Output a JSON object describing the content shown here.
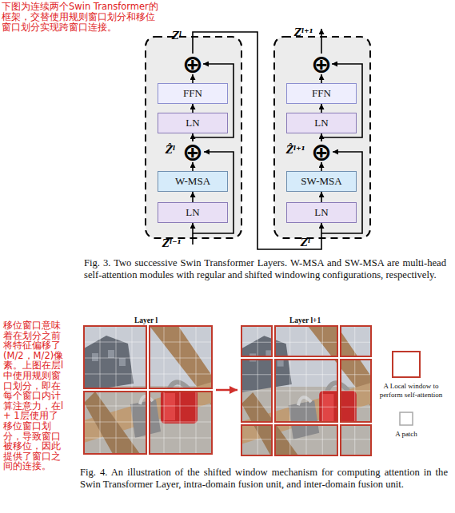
{
  "diagram": {
    "caption": "Fig. 4. An illustration of the shifted window mechanism for computing attention in the Swin Transformer Layer, intra-domain fusion unit, and inter-domain fusion unit.",
    "nodes": [
      {
        "text": [
          "LN"
        ]
      },
      {
        "text": [
          "W-MSA"
        ]
      },
      {
        "text": [
          "⊕"
        ]
      },
      {
        "text": [
          "LN"
        ]
      },
      {
        "text": [
          "FFN"
        ]
      },
      {
        "text": [
          "⊕"
        ]
      },
      {
        "text": [
          "LN"
        ]
      },
      {
        "text": [
          "SW-MSA"
        ]
      },
      {
        "text": [
          "⊕"
        ]
      },
      {
        "text": [
          "LN"
        ]
      },
      {
        "text": [
          "FFN"
        ]
      },
      {
        "text": [
          "⊕"
        ]
      }
    ],
    "edges": [
      {
        "from": 0,
        "to": 1,
        "arrow": "to"
      },
      {
        "from": 1,
        "to": 2,
        "arrow": "to"
      },
      {
        "from": 2,
        "to": 3,
        "arrow": "to"
      },
      {
        "from": 3,
        "to": 4,
        "arrow": "to"
      },
      {
        "from": 4,
        "to": 5,
        "arrow": "to"
      },
      {
        "from": 2,
        "to": 5,
        "arrow": "to"
      },
      {
        "from": 5,
        "to": 6,
        "arrow": "to"
      },
      {
        "from": 6,
        "to": 7,
        "arrow": "to"
      },
      {
        "from": 7,
        "to": 8,
        "arrow": "to"
      },
      {
        "from": 8,
        "to": 9,
        "arrow": "to"
      },
      {
        "from": 9,
        "to": 10,
        "arrow": "to"
      },
      {
        "from": 10,
        "to": 11,
        "arrow": "to"
      },
      {
        "from": 8,
        "to": 11,
        "arrow": "to"
      }
    ],
    "labels": [
      "下图为连续两个Swin Transformer的框架，交替使用规则窗口划分和移位窗口划分实现跨窗口连接。",
      "Zˡ",
      "Ẑˡ",
      "Zˡ⁻¹",
      "Zˡ⁺¹",
      "Ẑˡ⁺¹",
      "Zˡ",
      "Fig. 3. Two successive Swin Transformer Layers. W-MSA and SW-MSA are multi-head self-attention modules with regular and shifted windowing configurations, respectively.",
      "移位窗口意味着在划分之前将特征偏移了(M/2，M/2)像素。上图在层l中使用规则窗口划分，即在每个窗口内计算注意力，在l + 1层使用了移位窗口划分，导致窗口被移位，因此提供了窗口之间的连接。",
      "Layer l",
      "Layer l+1"
    ],
    "legend": [
      {
        "text": "A Local window to perform self-attention"
      },
      {
        "text": "A patch"
      }
    ]
  }
}
